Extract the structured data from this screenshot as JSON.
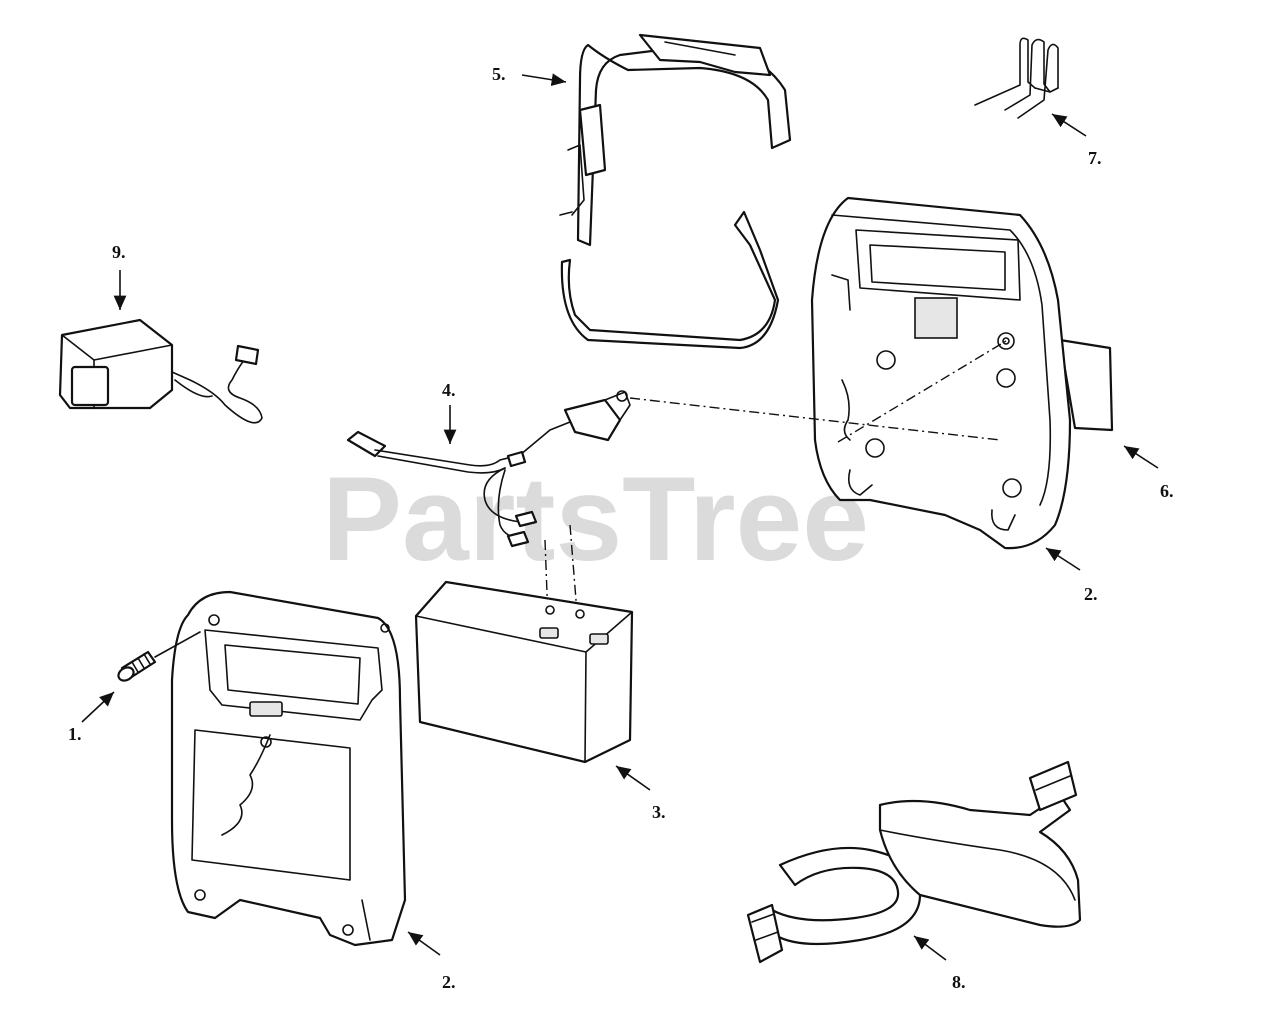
{
  "watermark": {
    "text": "PartsTree",
    "trademark": "™"
  },
  "callouts": [
    {
      "id": "c1",
      "label": "1."
    },
    {
      "id": "c2a",
      "label": "2."
    },
    {
      "id": "c2b",
      "label": "2."
    },
    {
      "id": "c3",
      "label": "3."
    },
    {
      "id": "c4",
      "label": "4."
    },
    {
      "id": "c5",
      "label": "5."
    },
    {
      "id": "c6",
      "label": "6."
    },
    {
      "id": "c7",
      "label": "7."
    },
    {
      "id": "c8",
      "label": "8."
    },
    {
      "id": "c9",
      "label": "9."
    }
  ]
}
